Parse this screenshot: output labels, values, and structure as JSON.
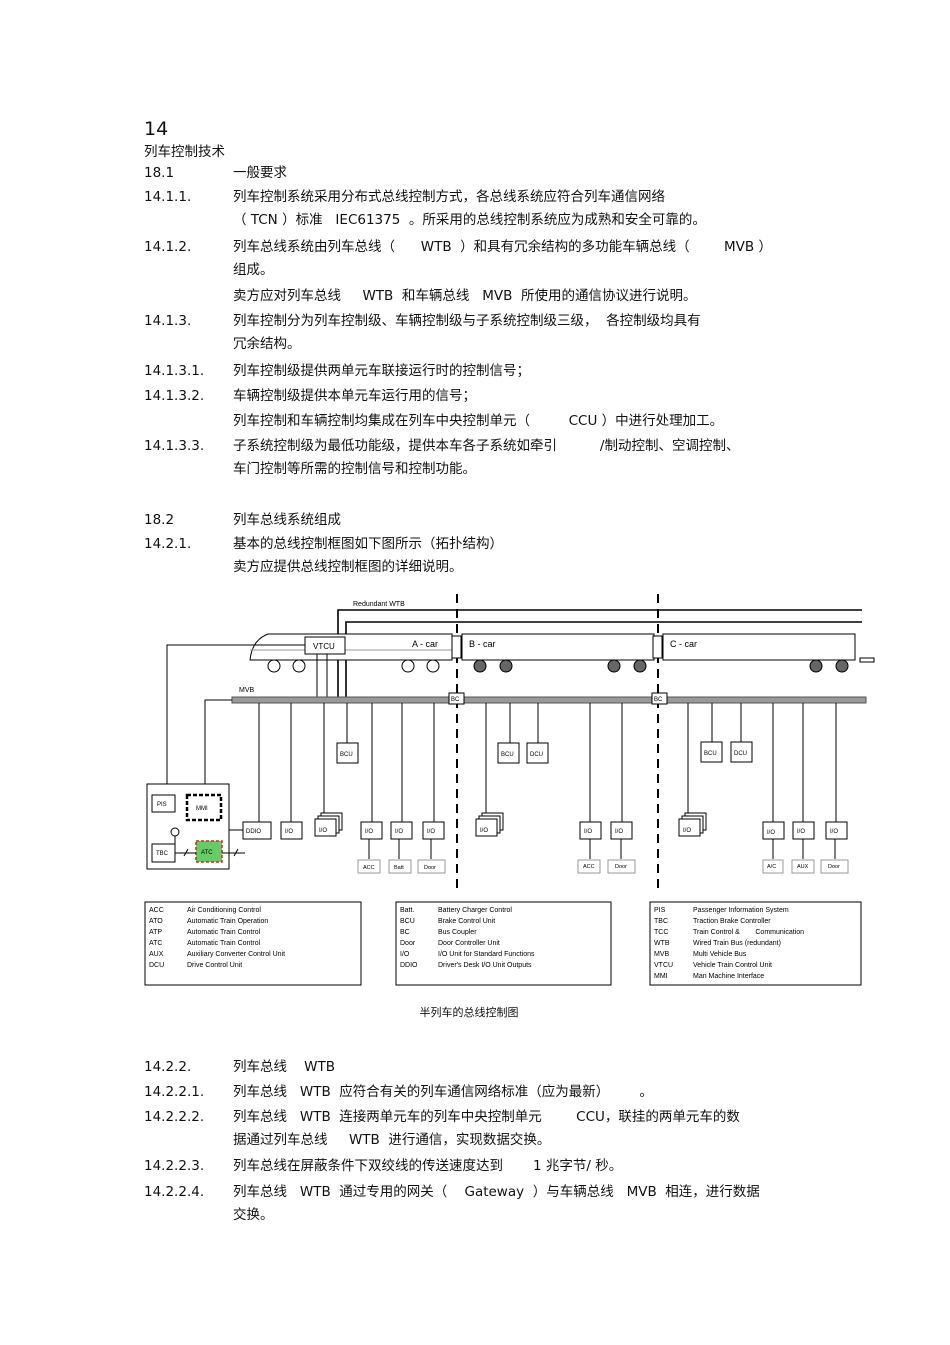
{
  "chapter": {
    "number": "14",
    "title": "列车控制技术"
  },
  "section1": {
    "number": "18.1",
    "title": "一般要求"
  },
  "items1": [
    {
      "num": "14.1.1.",
      "lines": [
        "列车控制系统采用分布式总线控制方式，各总线系统应符合列车通信网络",
        "（ TCN ）标准   IEC61375  。所采用的总线控制系统应为成熟和安全可靠的。"
      ]
    },
    {
      "num": "14.1.2.",
      "lines": [
        "列车总线系统由列车总线（      WTB  ）和具有冗余结构的多功能车辆总线（        MVB ）",
        "组成。",
        "卖方应对列车总线     WTB  和车辆总线   MVB  所使用的通信协议进行说明。"
      ]
    },
    {
      "num": "14.1.3.",
      "lines": [
        "列车控制分为列车控制级、车辆控制级与子系统控制级三级，  各控制级均具有",
        "冗余结构。"
      ]
    },
    {
      "num": "14.1.3.1.",
      "lines": [
        "列车控制级提供两单元车联接运行时的控制信号；"
      ]
    },
    {
      "num": "14.1.3.2.",
      "lines": [
        "车辆控制级提供本单元车运行用的信号；",
        "列车控制和车辆控制均集成在列车中央控制单元（         CCU ）中进行处理加工。"
      ]
    },
    {
      "num": "14.1.3.3.",
      "lines": [
        "子系统控制级为最低功能级，提供本车各子系统如牵引          /制动控制、空调控制、",
        "车门控制等所需的控制信号和控制功能。"
      ]
    }
  ],
  "section2": {
    "number": "18.2",
    "title": "列车总线系统组成"
  },
  "items2": [
    {
      "num": "14.2.1.",
      "lines": [
        "基本的总线控制框图如下图所示（拓扑结构）",
        "卖方应提供总线控制框图的详细说明。"
      ]
    }
  ],
  "diagram": {
    "redundant_wtb": "Redundant WTB",
    "vtcu": "VTCU",
    "cars": [
      "A - car",
      "B - car",
      "C - car"
    ],
    "mvb": "MVB",
    "bc": "BC",
    "bcu": "BCU",
    "dcu": "DCU",
    "pis": "PIS",
    "mmi": "MMI",
    "tbc": "TBC",
    "atc": "ATC",
    "ddio": "DDIO",
    "io": "I/O",
    "sub_labels": [
      "ACC",
      "Batt",
      "Door",
      "ACC",
      "Door",
      "A/C",
      "AUX",
      "Door"
    ],
    "legend1": [
      [
        "ACC",
        "Air Conditioning Control"
      ],
      [
        "ATO",
        "Automatic Train Operation"
      ],
      [
        "ATP",
        "Automatic Train Control"
      ],
      [
        "ATC",
        "Automatic Train Control"
      ],
      [
        "AUX",
        "Auxiliary Converter Control Unit"
      ],
      [
        "DCU",
        "Drive Control Unit"
      ]
    ],
    "legend2": [
      [
        "Batt.",
        "Battery Charger Control"
      ],
      [
        "BCU",
        "Brake Control Unit"
      ],
      [
        "BC",
        "Bus Coupler"
      ],
      [
        "Door",
        "Door Controller Unit"
      ],
      [
        "I/O",
        "I/O Unit for Standard Functions"
      ],
      [
        "DDIO",
        "Driver's Desk I/O Unit Outputs"
      ]
    ],
    "legend3": [
      [
        "PIS",
        "Passenger Information System"
      ],
      [
        "TBC",
        "Traction Brake Controller"
      ],
      [
        "TCC",
        "Train Control &        Communication"
      ],
      [
        "WTB",
        "Wired Train Bus (redundant)"
      ],
      [
        "MVB",
        "Multi Vehicle Bus"
      ],
      [
        "VTCU",
        "Vehicle Train Control Unit"
      ],
      [
        "MMI",
        "Man Machine Interface"
      ]
    ],
    "caption": "半列车的总线控制图"
  },
  "items3": [
    {
      "num": "14.2.2.",
      "lines": [
        "列车总线    WTB"
      ]
    },
    {
      "num": "14.2.2.1.",
      "lines": [
        "列车总线   WTB  应符合有关的列车通信网络标准（应为最新）       。"
      ]
    },
    {
      "num": "14.2.2.2.",
      "lines": [
        "列车总线   WTB  连接两单元车的列车中央控制单元        CCU，联挂的两单元车的数",
        "据通过列车总线     WTB  进行通信，实现数据交换。"
      ]
    },
    {
      "num": "14.2.2.3.",
      "lines": [
        "列车总线在屏蔽条件下双绞线的传送速度达到       1 兆字节/ 秒。"
      ]
    },
    {
      "num": "14.2.2.4.",
      "lines": [
        "列车总线   WTB  通过专用的网关（    Gateway  ）与车辆总线   MVB  相连，进行数据",
        "交换。"
      ]
    }
  ]
}
